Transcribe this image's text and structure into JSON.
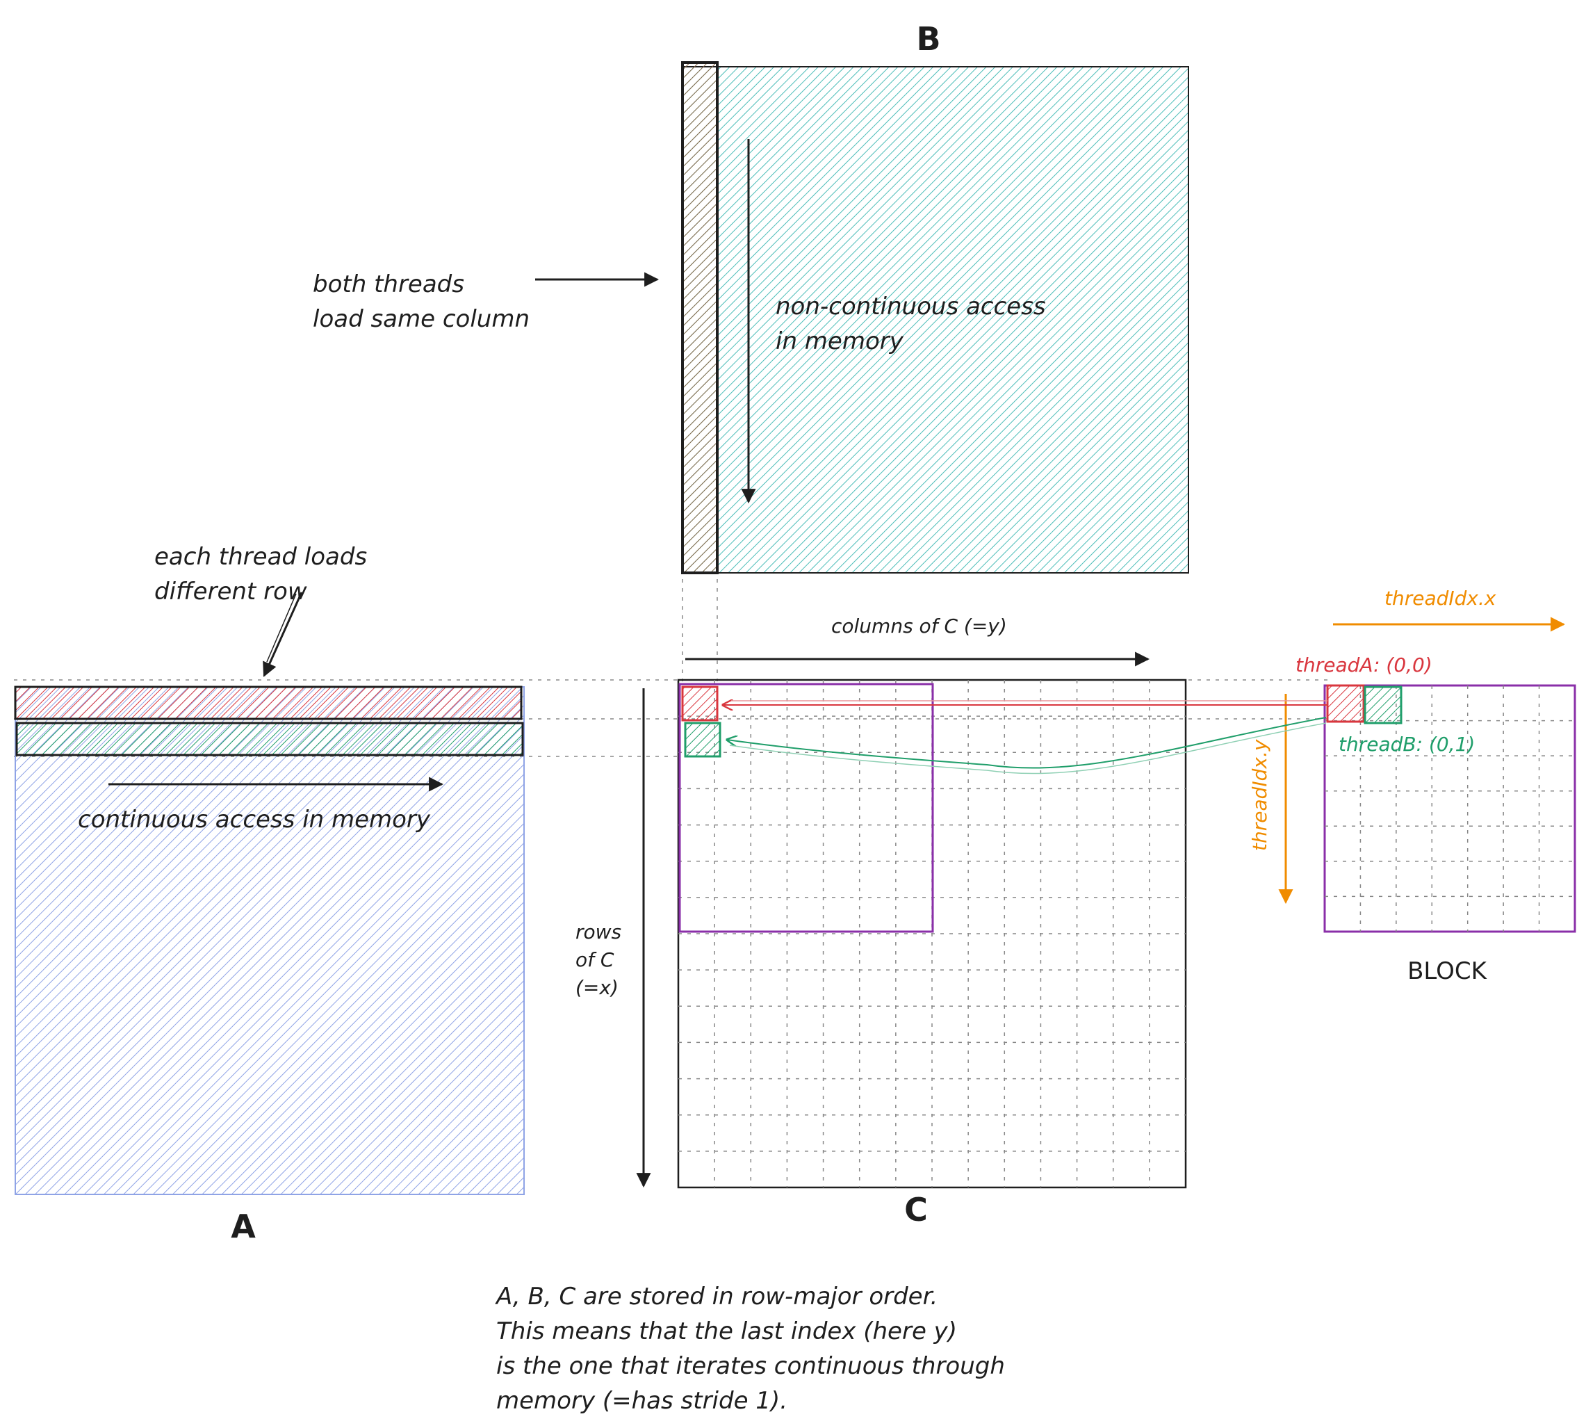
{
  "labels": {
    "matrix_a": "A",
    "matrix_b": "B",
    "matrix_c": "C",
    "block": "BLOCK"
  },
  "annotations": {
    "both_threads_line1": "both threads",
    "both_threads_line2": "load same column",
    "non_continuous_line1": "non-continuous access",
    "non_continuous_line2": "in memory",
    "each_thread_line1": "each thread loads",
    "each_thread_line2": "different row",
    "continuous_access": "continuous access in memory",
    "columns_of_c": "columns of C (=y)",
    "rows_of_c_line1": "rows",
    "rows_of_c_line2": "of C",
    "rows_of_c_line3": "(=x)",
    "thread_idx_x": "threadIdx.x",
    "thread_idx_y": "threadIdx.y",
    "thread_a": "threadA: (0,0)",
    "thread_b": "threadB: (0,1)"
  },
  "footnote": {
    "line1": "A, B, C are stored in row-major order.",
    "line2": "This means that the last index (here y)",
    "line3": "is the one that iterates continuous through",
    "line4": "memory (=has stride 1)."
  },
  "colors": {
    "matrix_a_fill": "#8fa3e6",
    "matrix_b_fill": "#4bbdb8",
    "thread_a_red": "#d9363e",
    "thread_b_green": "#1f9e6a",
    "block_purple": "#8a2fa8",
    "axis_orange": "#f08c00",
    "ink": "#1e1e1e",
    "grid": "#777777"
  }
}
